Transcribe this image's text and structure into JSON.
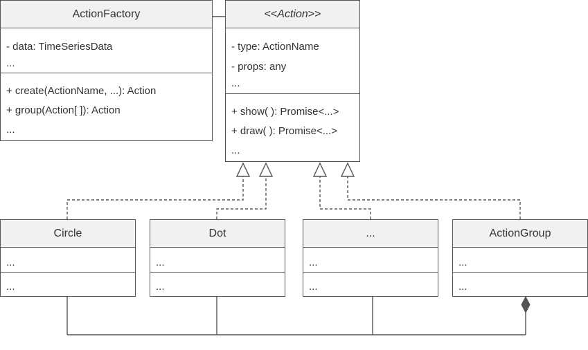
{
  "action_factory": {
    "name": "ActionFactory",
    "attributes": [
      "- data: TimeSeriesData",
      "..."
    ],
    "methods": [
      "+ create(ActionName, ...): Action",
      "+ group(Action[ ]): Action",
      "..."
    ]
  },
  "action": {
    "stereo_open": "<<",
    "name": "Action",
    "stereo_close": ">>",
    "attributes": [
      "- type: ActionName",
      "- props: any",
      "..."
    ],
    "methods": [
      "+ show( ):  Promise<...>",
      "+ draw( ): Promise<...>",
      "..."
    ]
  },
  "circle": {
    "name": "Circle",
    "attributes": [
      "..."
    ],
    "methods": [
      "..."
    ]
  },
  "dot": {
    "name": "Dot",
    "attributes": [
      "..."
    ],
    "methods": [
      "..."
    ]
  },
  "other": {
    "name": "...",
    "attributes": [
      "..."
    ],
    "methods": [
      "..."
    ]
  },
  "action_group": {
    "name": "ActionGroup",
    "attributes": [
      "..."
    ],
    "methods": [
      "..."
    ]
  },
  "colors": {
    "border": "#555555",
    "header_fill": "#f1f1f1",
    "text": "#333333"
  }
}
